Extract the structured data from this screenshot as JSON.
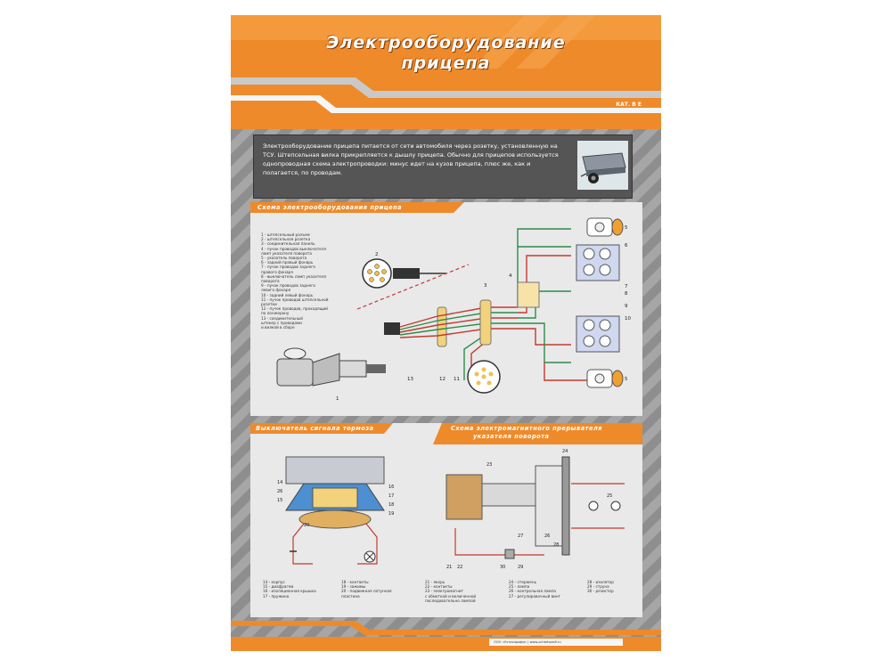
{
  "poster": {
    "title_line1": "Электрооборудование",
    "title_line2": "прицепа",
    "category": "КАТ. В Е",
    "intro": "Электрооборудование прицепа питается от сети автомобиля через розетку, установленную на ТСУ. Штепсельная вилка прикрепляется к дышлу прицепа. Обычно для прицепов используется однопроводная схема электропроводки: минус идет на кузов прицепа, плюс же, как и полагается, по проводам.",
    "section1_title": "Схема электрооборудования прицепа",
    "section2_title": "Выключатель сигнала тормоза",
    "section3_title_line1": "Схема электромагнитного прерывателя",
    "section3_title_line2": "указателя поворота",
    "footer": "ООО «Учтехпрофи» | www.uchtehprofi.ru"
  },
  "legend1": [
    "1 - штепсельный разъем",
    "2 - штепсельная розетка",
    "3 - соединительная панель",
    "4 - пучок проводов выключателя",
    "   ламп указателя поворота",
    "5 - указатель поворота",
    "6 - задний правый фонарь",
    "7 - пучок проводов заднего",
    "   правого фонаря",
    "8 - выключатель ламп указателя",
    "   поворота",
    "9 - пучок проводов заднего",
    "   левого фонаря",
    "10 - задний левый фонарь",
    "11 - пучок проводов штепсельной",
    "    розетки",
    "12 - пучок проводов, проходящий",
    "    по лонжерону",
    "13 - соединительный",
    "    штекер с проводами",
    "    и вилкой в сборе"
  ],
  "legend2": [
    [
      "14 - корпус",
      "15 - диафрагма",
      "16 - изоляционная крышка",
      "17 - пружина"
    ],
    [
      "18 - контакты",
      "19 - зажимы",
      "20 - подвижная латунная",
      "    пластина"
    ],
    [
      "21 - якорь",
      "22 - контакты",
      "23 - электромагнит",
      "   с обмоткой и включенной",
      "   последовательно лампой"
    ],
    [
      "24 - стержень",
      "25 - лампа",
      "26 - контрольная лампа",
      "27 - регулировочный винт"
    ],
    [
      "28 - изолятор",
      "29 - струна",
      "30 - резистор"
    ]
  ],
  "callouts1": [
    "1",
    "2",
    "3",
    "4",
    "5",
    "6",
    "7",
    "8",
    "9",
    "10",
    "5",
    "11",
    "12",
    "13"
  ],
  "callouts2": [
    "14",
    "26",
    "15",
    "16",
    "17",
    "18",
    "19",
    "20"
  ],
  "callouts3": [
    "23",
    "24",
    "25",
    "26",
    "27",
    "28",
    "21",
    "22",
    "30",
    "29"
  ]
}
